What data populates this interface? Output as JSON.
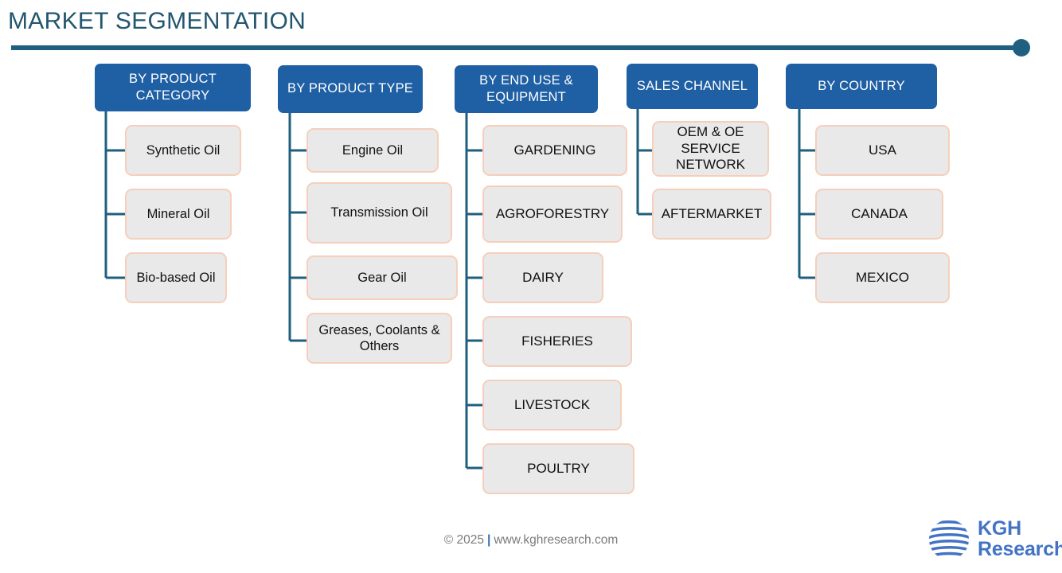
{
  "page": {
    "title": "MARKET SEGMENTATION",
    "accent_color": "#1f6080",
    "header_box_color": "#1f5fa4",
    "leaf_fill_color": "#e9e9e9",
    "leaf_border_color": "#f6cfbb",
    "connector_color": "#1f5f7d",
    "title_color": "#23566f"
  },
  "chart_data": {
    "type": "diagram",
    "title": "MARKET SEGMENTATION",
    "columns": [
      {
        "header": "BY PRODUCT CATEGORY",
        "items": [
          "Synthetic Oil",
          "Mineral Oil",
          "Bio-based Oil"
        ]
      },
      {
        "header": "BY PRODUCT TYPE",
        "items": [
          "Engine Oil",
          "Transmission Oil",
          "Gear Oil",
          "Greases, Coolants & Others"
        ]
      },
      {
        "header": "BY END USE & EQUIPMENT",
        "items": [
          "GARDENING",
          "AGROFORESTRY",
          "DAIRY",
          "FISHERIES",
          "LIVESTOCK",
          "POULTRY"
        ]
      },
      {
        "header": "SALES CHANNEL",
        "items": [
          "OEM & OE SERVICE NETWORK",
          "AFTERMARKET"
        ]
      },
      {
        "header": "BY  COUNTRY",
        "items": [
          "USA",
          "CANADA",
          "MEXICO"
        ]
      }
    ]
  },
  "columns": {
    "c0": {
      "header": "BY PRODUCT CATEGORY",
      "items": [
        "Synthetic Oil",
        "Mineral Oil",
        "Bio-based Oil"
      ]
    },
    "c1": {
      "header": "BY PRODUCT TYPE",
      "items": [
        "Engine Oil",
        "Transmission Oil",
        "Gear Oil",
        "Greases, Coolants & Others"
      ]
    },
    "c2": {
      "header": "BY END USE & EQUIPMENT",
      "items": [
        "GARDENING",
        "AGROFORESTRY",
        "DAIRY",
        "FISHERIES",
        "LIVESTOCK",
        "POULTRY"
      ]
    },
    "c3": {
      "header": "SALES CHANNEL",
      "items": [
        "OEM & OE SERVICE NETWORK",
        "AFTERMARKET"
      ]
    },
    "c4": {
      "header": "BY  COUNTRY",
      "items": [
        "USA",
        "CANADA",
        "MEXICO"
      ]
    }
  },
  "footer": {
    "copyright": "© 2025",
    "separator": "|",
    "website": "www.kghresearch.com"
  },
  "logo": {
    "line1": "KGH",
    "line2": "Research",
    "color": "#4273c4",
    "icon": "globe-icon"
  }
}
